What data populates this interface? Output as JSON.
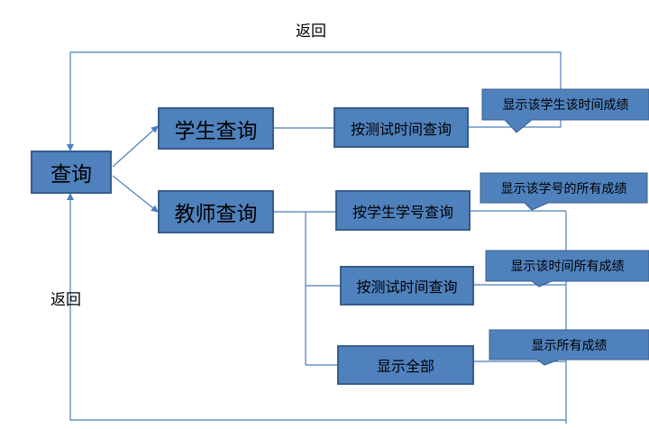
{
  "nodes": {
    "query": "查询",
    "student_query": "学生查询",
    "teacher_query": "教师查询",
    "by_test_time_student": "按测试时间查询",
    "by_student_id": "按学生学号查询",
    "by_test_time_teacher": "按测试时间查询",
    "show_all": "显示全部"
  },
  "callouts": {
    "student_time_scores": "显示该学生该时间成绩",
    "student_id_all_scores": "显示该学号的所有成绩",
    "time_all_scores": "显示该时间所有成绩",
    "all_scores": "显示所有成绩"
  },
  "labels": {
    "return_top": "返回",
    "return_left": "返回"
  },
  "colors": {
    "box_fill": "#4f81bd",
    "box_border": "#385d8a",
    "line": "#4a7ebb"
  }
}
